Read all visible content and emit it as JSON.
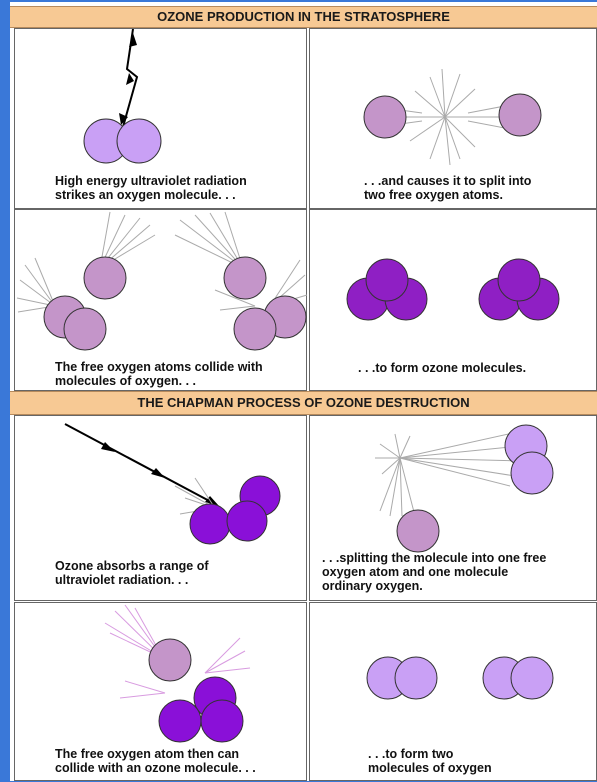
{
  "banners": {
    "production": "OZONE PRODUCTION IN THE STRATOSPHERE",
    "destruction": "THE CHAPMAN PROCESS OF OZONE DESTRUCTION"
  },
  "panels": {
    "p1": [
      "High energy ultraviolet radiation",
      "strikes an oxygen molecule. . ."
    ],
    "p2": [
      ". . .and causes it to split into",
      "two free oxygen atoms."
    ],
    "p3": [
      "The free oxygen atoms collide with",
      "molecules of oxygen. . ."
    ],
    "p4": [
      ". . .to form ozone molecules."
    ],
    "p5": [
      "Ozone absorbs a range of",
      "ultraviolet radiation. . ."
    ],
    "p6": [
      ". . .splitting the molecule into one free",
      "oxygen atom and one molecule",
      "ordinary oxygen."
    ],
    "p7": [
      "The free oxygen atom then can",
      "collide with an ozone molecule. . ."
    ],
    "p8": [
      ". . .to form two",
      "molecules of oxygen"
    ]
  },
  "colors": {
    "oxygen_molecule": "#c9a0f5",
    "free_atom": "#c495c9",
    "ozone": "#8f1fc4",
    "ozone_bright": "#8a10d8",
    "banner": "#f7c994",
    "background": "#3a78d8"
  }
}
